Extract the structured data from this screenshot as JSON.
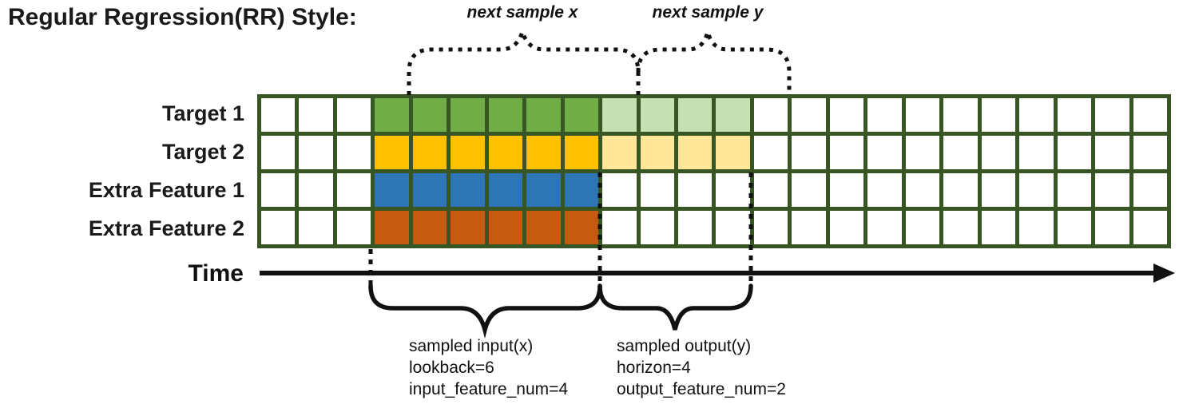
{
  "title": "Regular Regression(RR) Style:",
  "annotations": {
    "next_sample_x": "next sample x",
    "next_sample_y": "next sample y"
  },
  "time_axis": {
    "label": "Time"
  },
  "sampled_input": {
    "title": "sampled input(x)",
    "lookback": "lookback=6",
    "feature_num": "input_feature_num=4"
  },
  "sampled_output": {
    "title": "sampled output(y)",
    "horizon": "horizon=4",
    "feature_num": "output_feature_num=2"
  },
  "grid": {
    "columns": 24,
    "empty_leading_columns": 3,
    "lookback": 6,
    "horizon": 4,
    "border_color": "#375623",
    "cell_color": "#ffffff",
    "rows": [
      {
        "label": "Target 1",
        "input_color": "#70AD47",
        "output_color": "#C6E0B4"
      },
      {
        "label": "Target 2",
        "input_color": "#FFC000",
        "output_color": "#FFE699"
      },
      {
        "label": "Extra Feature 1",
        "input_color": "#2E75B6",
        "output_color": null
      },
      {
        "label": "Extra Feature 2",
        "input_color": "#C55A11",
        "output_color": null
      }
    ]
  }
}
